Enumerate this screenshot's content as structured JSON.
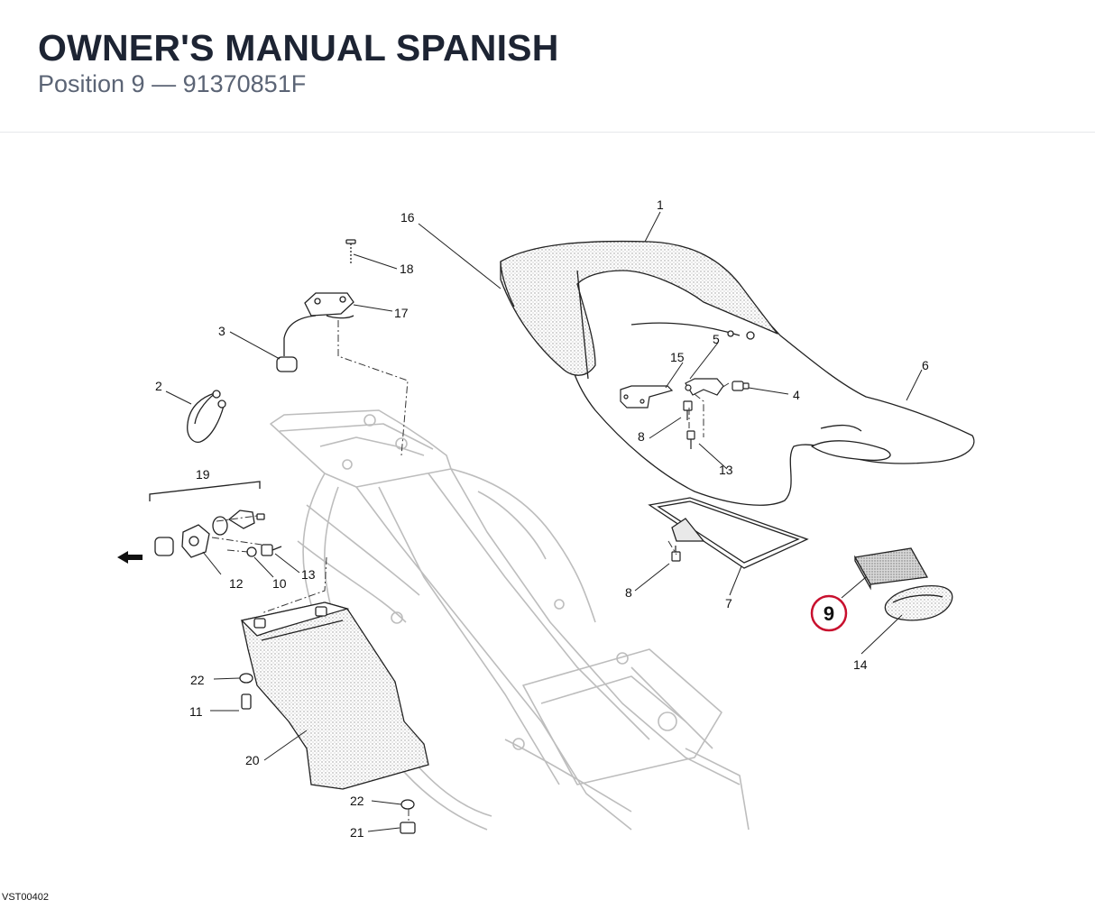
{
  "header": {
    "title": "OWNER'S MANUAL SPANISH",
    "subtitle": "Position 9 — 91370851F"
  },
  "diagram": {
    "highlighted_callout": "9",
    "highlight_color": "#c8102e",
    "callouts": [
      "1",
      "2",
      "3",
      "4",
      "5",
      "6",
      "7",
      "8",
      "8",
      "10",
      "11",
      "12",
      "13",
      "13",
      "13",
      "14",
      "15",
      "16",
      "17",
      "18",
      "19",
      "20",
      "21",
      "22",
      "22"
    ],
    "drawing_code": "VST00402"
  }
}
